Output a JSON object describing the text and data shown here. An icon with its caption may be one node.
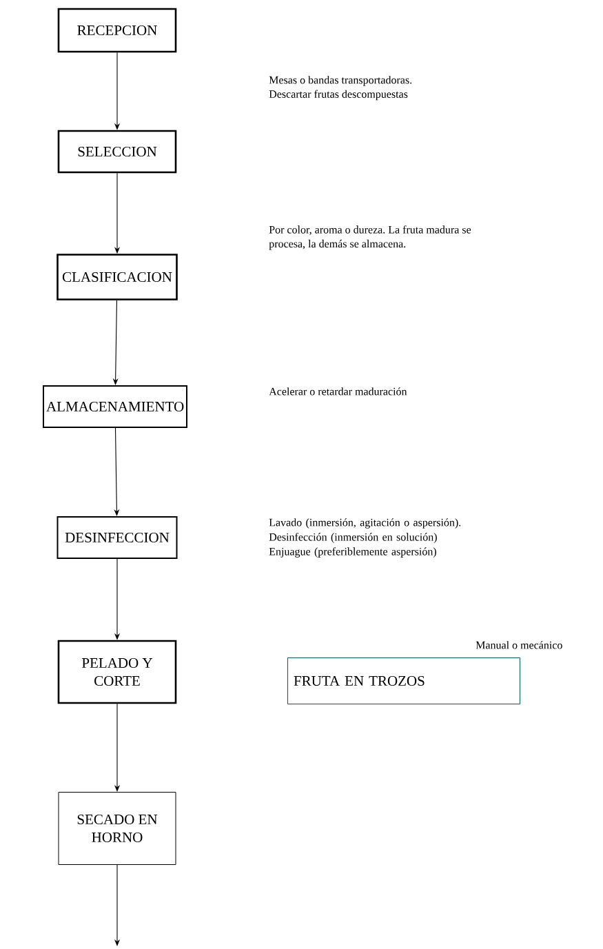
{
  "diagram": {
    "nodes": [
      {
        "text": [
          "RECEPCION"
        ]
      },
      {
        "text": [
          "SELECCION"
        ]
      },
      {
        "text": [
          "CLASIFICACION"
        ]
      },
      {
        "text": [
          "ALMACENAMIENTO"
        ]
      },
      {
        "text": [
          "DESINFECCION"
        ],
        "beside": [
          "Lavado (inmersión, agitación o aspersión).",
          "Desinfección (inmersión en solución)",
          "Enjuague (preferiblemente aspersión)"
        ]
      },
      {
        "text": [
          "PELADO Y CORTE"
        ]
      },
      {
        "text": [
          "FRUTA EN TROZOS"
        ]
      },
      {
        "text": [
          "SECADO EN HORNO"
        ]
      }
    ],
    "edges": [
      {
        "from": 0,
        "to": 1,
        "arrow": "to"
      },
      {
        "from": 1,
        "to": 2,
        "arrow": "to"
      },
      {
        "from": 2,
        "to": 3,
        "arrow": "to"
      },
      {
        "from": 3,
        "to": 4,
        "arrow": "to"
      },
      {
        "from": 4,
        "to": 5,
        "arrow": "to"
      },
      {
        "from": 5,
        "to": 7,
        "arrow": "to"
      },
      {
        "from": 7,
        "to": null,
        "arrow": "to"
      }
    ],
    "labels": [
      "Mesas o bandas transportadoras. Descartar frutas descompuestas",
      "Por color, aroma o dureza. La fruta madura se procesa, la demás se almacena.",
      "Acelerar o retardar maduración",
      "Manual o mecánico"
    ]
  }
}
